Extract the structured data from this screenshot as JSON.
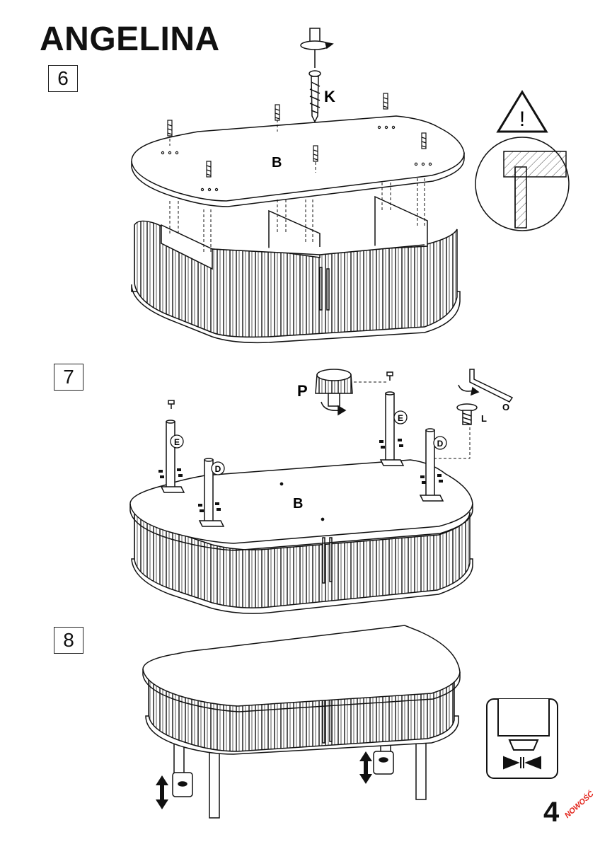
{
  "header": {
    "title": "ANGELINA"
  },
  "steps": [
    {
      "number": "6"
    },
    {
      "number": "7"
    },
    {
      "number": "8"
    }
  ],
  "labels": {
    "screw": "K",
    "top_panel": "B",
    "adjuster": "P",
    "hex_key": "O",
    "bolt": "L",
    "leg_e": "E",
    "leg_d": "D",
    "warning_symbol": "!"
  },
  "footer": {
    "page_number": "4",
    "brand": "NOWOŚĆ"
  },
  "icons": [
    "warning-triangle-icon",
    "screwdriver-icon",
    "hex-key-icon",
    "up-down-arrow-icon",
    "inward-arrows-icon"
  ],
  "colors": {
    "ink": "#111111",
    "brand_red": "#e2231a"
  }
}
